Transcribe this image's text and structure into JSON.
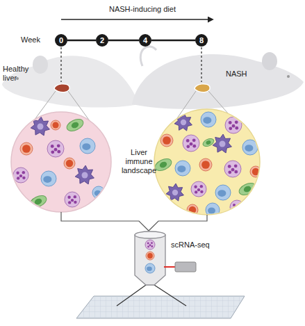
{
  "diagram": {
    "nodes": [
      {
        "text": [
          "0"
        ]
      },
      {
        "text": [
          "2"
        ]
      },
      {
        "text": [
          "4"
        ]
      },
      {
        "text": [
          "8"
        ]
      }
    ],
    "edges": [
      {
        "from": 0,
        "to": 1,
        "arrow": "none"
      },
      {
        "from": 1,
        "to": 2,
        "arrow": "none"
      },
      {
        "from": 2,
        "to": 3,
        "arrow": "none"
      }
    ],
    "labels": [
      "NASH-inducing diet",
      "Week",
      "Healthy liver",
      "NASH",
      "Liver immune landscape",
      "scRNA-seq"
    ]
  }
}
